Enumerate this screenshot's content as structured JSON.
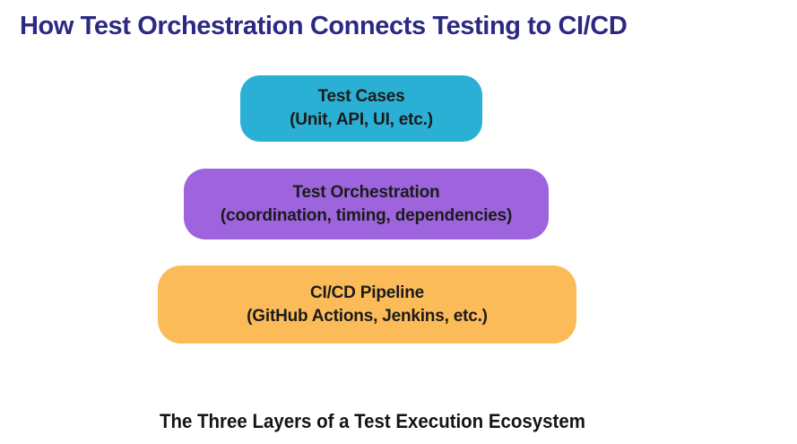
{
  "title": {
    "text": "How Test Orchestration Connects Testing to CI/CD",
    "color": "#2b2a82"
  },
  "layers": [
    {
      "id": "test-cases",
      "line1": "Test Cases",
      "line2": "(Unit, API, UI, etc.)",
      "color": "#2ab0d4"
    },
    {
      "id": "test-orchestration",
      "line1": "Test Orchestration",
      "line2": "(coordination, timing, dependencies)",
      "color": "#9d64de"
    },
    {
      "id": "cicd-pipeline",
      "line1": "CI/CD Pipeline",
      "line2": "(GitHub Actions, Jenkins, etc.)",
      "color": "#fcbb59"
    }
  ],
  "caption": {
    "text": "The Three Layers of a Test Execution Ecosystem"
  }
}
